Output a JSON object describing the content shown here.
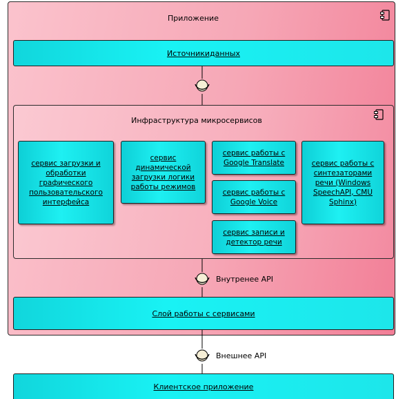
{
  "app_package": {
    "title": "Приложение",
    "icon": "component-icon"
  },
  "data_sources": {
    "label": "Источникиданных"
  },
  "infrastructure": {
    "title": "Инфраструктура микросервисов",
    "icon": "component-icon",
    "services": [
      {
        "label": "сервис загрузки и\nобработки\nграфического\nпользовательского\nинтерфейса"
      },
      {
        "label": "сервис\nдинамической\nзагрузки логики\nработы режимов"
      },
      {
        "label": "сервис работы с\nGoogle Translate"
      },
      {
        "label": "сервис работы с\nGoogle Voice"
      },
      {
        "label": "сервис записи и\nдетектор речи"
      },
      {
        "label": "сервис работы с\nсинтезаторами\nречи (Windows\nSpeechAPI, CMU\nSphinx)"
      }
    ]
  },
  "service_layer": {
    "label": "Слой работы с сервисами"
  },
  "interfaces": {
    "internal_api": "Внутренее API",
    "external_api": "Внешнее API"
  },
  "client_app": {
    "label": "Клиентское приложение"
  },
  "colors": {
    "package_pink": "#f6a7b6",
    "component_cyan": "#19f2f4",
    "interface_fill": "#f6efd6"
  }
}
